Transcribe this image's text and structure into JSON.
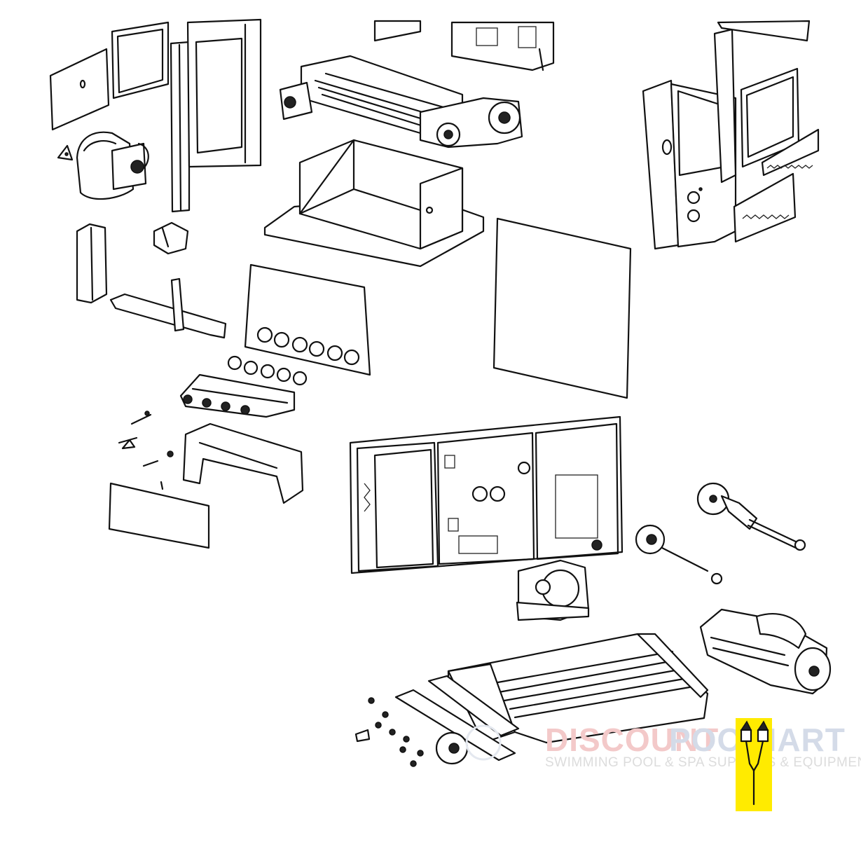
{
  "watermark": {
    "brand_part1": "DISCOUNT",
    "brand_part2": "POOL",
    "brand_part3": "MART",
    "tagline": "SWIMMING POOL & SPA SUPPLIES & EQUIPMENT",
    "colors": {
      "part1": "#f3c9c9",
      "part2": "#d4dbe8",
      "tagline": "#dcdcdc"
    }
  },
  "highlight": {
    "color": "#ffeb00",
    "part": "wire-harness"
  }
}
